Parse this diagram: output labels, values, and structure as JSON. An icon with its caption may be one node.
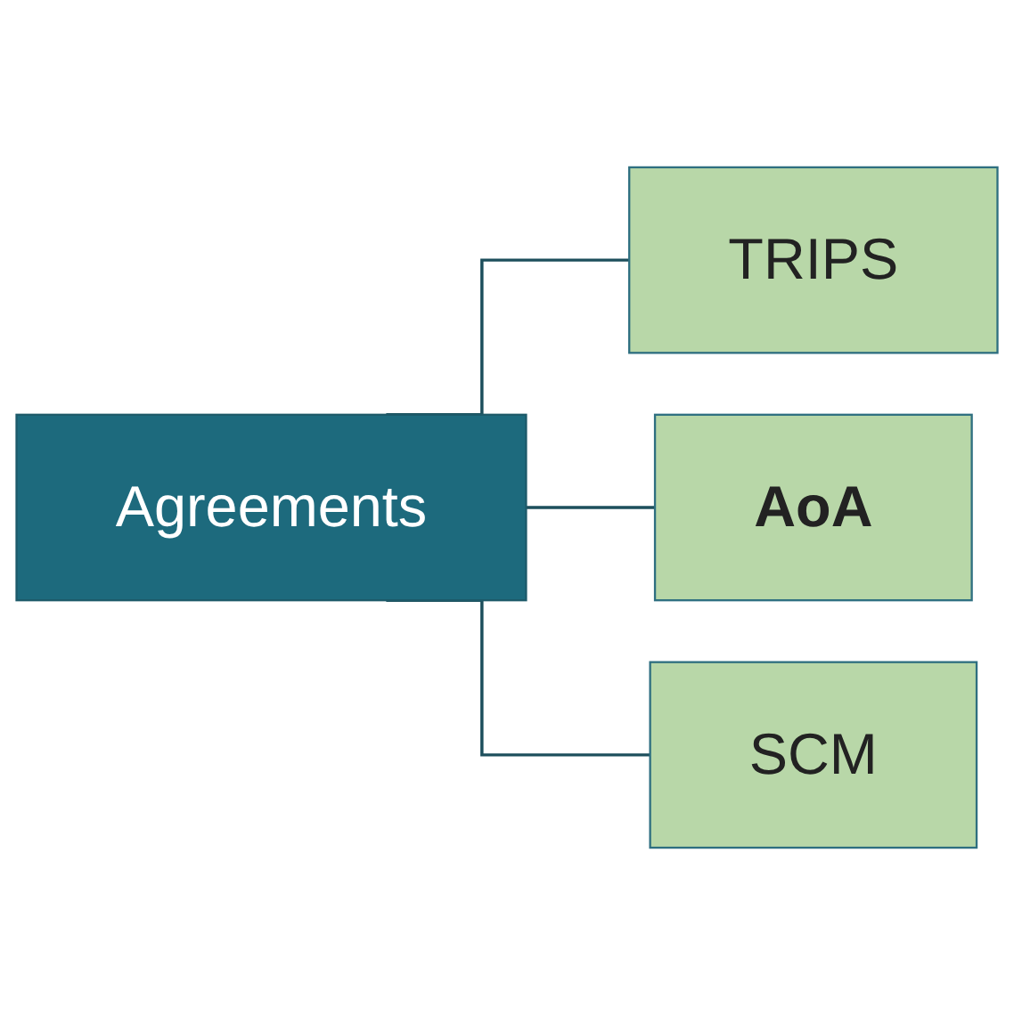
{
  "diagram": {
    "nodes": [
      {
        "text": [
          "Agreements"
        ]
      },
      {
        "text": [
          "TRIPS"
        ]
      },
      {
        "text": [
          "AoA"
        ]
      },
      {
        "text": [
          "SCM"
        ]
      }
    ],
    "edges": [
      {
        "from": 0,
        "to": 1,
        "arrow": "none"
      },
      {
        "from": 0,
        "to": 2,
        "arrow": "none"
      },
      {
        "from": 0,
        "to": 3,
        "arrow": "none"
      }
    ]
  }
}
